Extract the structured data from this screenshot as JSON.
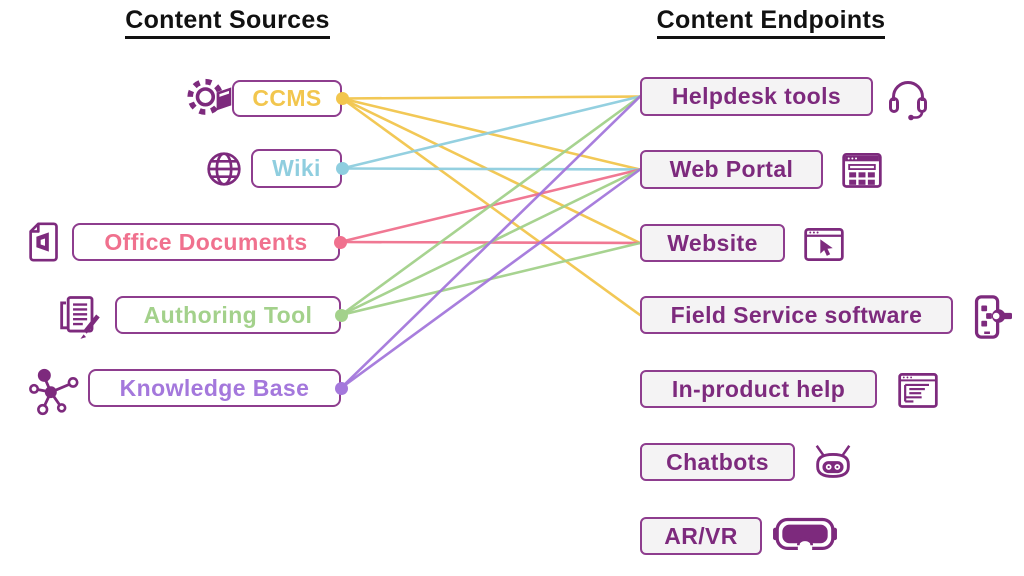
{
  "titles": {
    "sources": "Content Sources",
    "endpoints": "Content Endpoints"
  },
  "colors": {
    "diagram_purple": "#7D2A7D",
    "box_border": "#8E3D8E",
    "endpoint_box_fill": "#F4F3F4",
    "ccms": "#F2C64E",
    "wiki": "#8FCEDF",
    "office": "#F0718E",
    "authoring": "#A3D18B",
    "kb": "#A478DC"
  },
  "sources": [
    {
      "id": "ccms",
      "label": "CCMS",
      "icon": "gear-book-icon",
      "color_key": "ccms"
    },
    {
      "id": "wiki",
      "label": "Wiki",
      "icon": "globe-icon",
      "color_key": "wiki"
    },
    {
      "id": "office",
      "label": "Office Documents",
      "icon": "office-document-icon",
      "color_key": "office"
    },
    {
      "id": "authoring",
      "label": "Authoring Tool",
      "icon": "document-pencil-icon",
      "color_key": "authoring"
    },
    {
      "id": "kb",
      "label": "Knowledge Base",
      "icon": "network-graph-icon",
      "color_key": "kb"
    }
  ],
  "endpoints": [
    {
      "id": "helpdesk",
      "label": "Helpdesk tools",
      "icon": "headset-icon"
    },
    {
      "id": "webportal",
      "label": "Web Portal",
      "icon": "calendar-grid-icon"
    },
    {
      "id": "website",
      "label": "Website",
      "icon": "browser-cursor-icon"
    },
    {
      "id": "fieldservice",
      "label": "Field Service software",
      "icon": "phone-wrench-icon"
    },
    {
      "id": "inproduct",
      "label": "In-product help",
      "icon": "window-text-icon"
    },
    {
      "id": "chatbots",
      "label": "Chatbots",
      "icon": "robot-icon"
    },
    {
      "id": "arvr",
      "label": "AR/VR",
      "icon": "vr-goggles-icon"
    }
  ],
  "connections": [
    {
      "from": "ccms",
      "to": "helpdesk"
    },
    {
      "from": "ccms",
      "to": "webportal"
    },
    {
      "from": "ccms",
      "to": "website"
    },
    {
      "from": "ccms",
      "to": "fieldservice"
    },
    {
      "from": "wiki",
      "to": "helpdesk"
    },
    {
      "from": "wiki",
      "to": "webportal"
    },
    {
      "from": "office",
      "to": "webportal"
    },
    {
      "from": "office",
      "to": "website"
    },
    {
      "from": "authoring",
      "to": "helpdesk"
    },
    {
      "from": "authoring",
      "to": "webportal"
    },
    {
      "from": "authoring",
      "to": "website"
    },
    {
      "from": "kb",
      "to": "helpdesk"
    },
    {
      "from": "kb",
      "to": "webportal"
    }
  ]
}
